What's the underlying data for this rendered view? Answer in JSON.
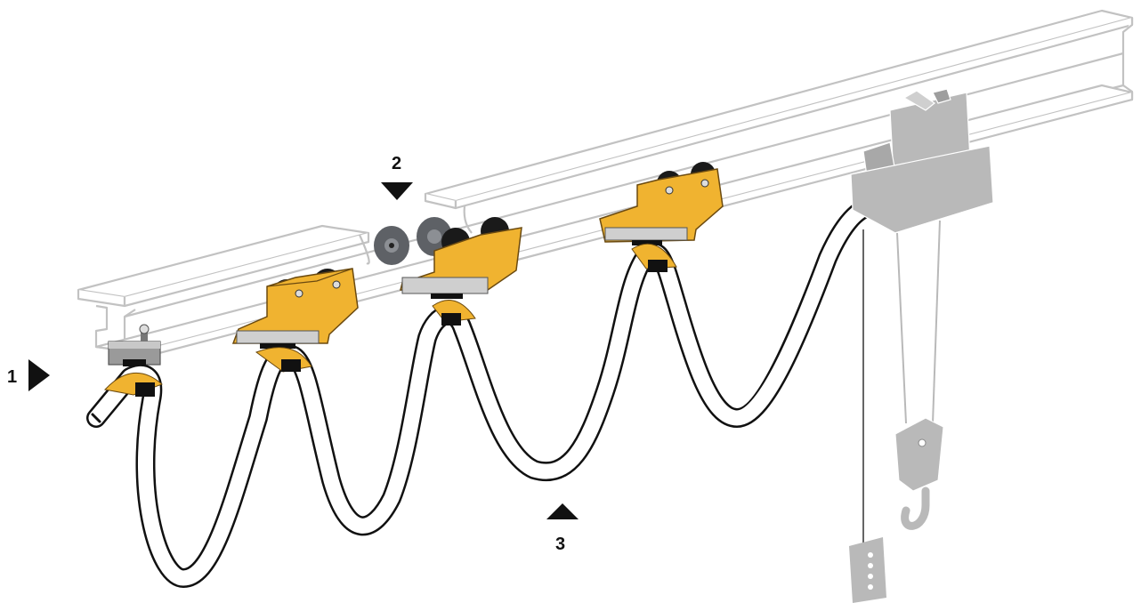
{
  "callouts": [
    {
      "id": "1",
      "label": "1",
      "pointer": "right"
    },
    {
      "id": "2",
      "label": "2",
      "pointer": "down"
    },
    {
      "id": "3",
      "label": "3",
      "pointer": "up"
    }
  ],
  "colors": {
    "beam_outline": "#c2c2c2",
    "trolley_yellow": "#f0b330",
    "trolley_outline": "#6b4a10",
    "wheel": "#1a1a1a",
    "idle_wheel": "#5e6166",
    "cable_fill": "#ffffff",
    "cable_edge": "#111111",
    "hoist_grey": "#b9b9b9",
    "callout_black": "#111111"
  },
  "icons": [
    "i-beam-track",
    "end-clamp",
    "cable-trolley",
    "towing-trolley-wheels",
    "flat-cable",
    "electric-hoist",
    "hook",
    "pendant-control"
  ]
}
